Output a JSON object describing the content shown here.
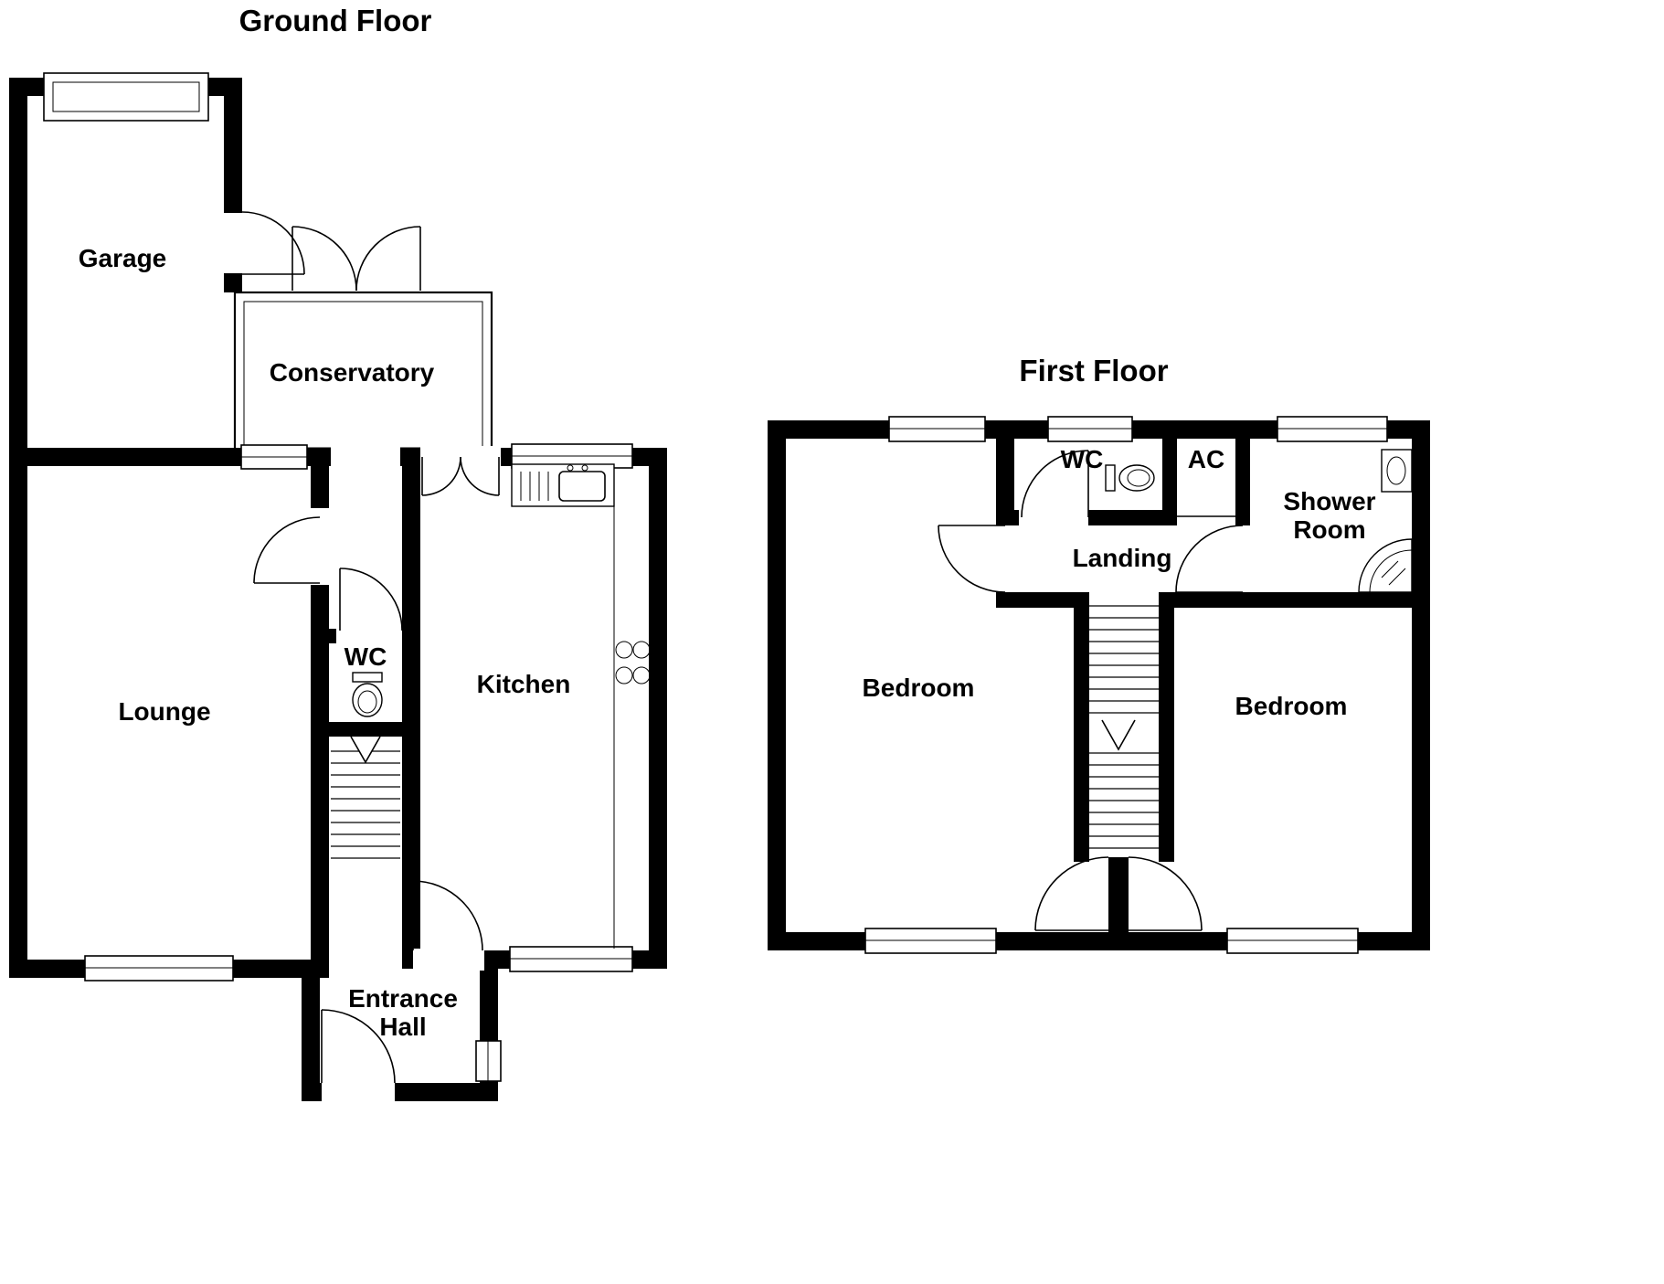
{
  "ground_floor": {
    "title": "Ground Floor",
    "rooms": {
      "garage": "Garage",
      "conservatory": "Conservatory",
      "lounge": "Lounge",
      "wc": "WC",
      "kitchen": "Kitchen",
      "entrance_hall": {
        "line1": "Entrance",
        "line2": "Hall"
      }
    }
  },
  "first_floor": {
    "title": "First Floor",
    "rooms": {
      "wc": "WC",
      "ac": "AC",
      "shower_room": {
        "line1": "Shower",
        "line2": "Room"
      },
      "landing": "Landing",
      "bedroom_left": "Bedroom",
      "bedroom_right": "Bedroom"
    }
  },
  "colors": {
    "wall": "#000000",
    "background": "#ffffff",
    "line": "#000000"
  }
}
